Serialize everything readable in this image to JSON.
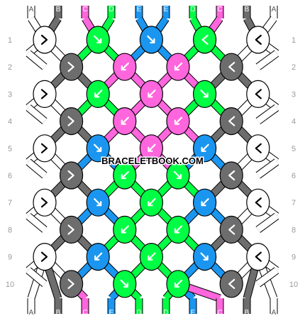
{
  "watermark": "BRACELETBOOK.COM",
  "colors": {
    "white": "#ffffff",
    "gray": "#6d6d6d",
    "pink": "#ff66dd",
    "green": "#00ff44",
    "blue": "#1a96f0",
    "outline": "#000000",
    "label": "#9a9a9a"
  },
  "top_strings": [
    {
      "label": "A",
      "color": "white"
    },
    {
      "label": "B",
      "color": "gray"
    },
    {
      "label": "C",
      "color": "pink"
    },
    {
      "label": "D",
      "color": "green"
    },
    {
      "label": "E",
      "color": "blue"
    },
    {
      "label": "E",
      "color": "blue"
    },
    {
      "label": "D",
      "color": "green"
    },
    {
      "label": "C",
      "color": "pink"
    },
    {
      "label": "B",
      "color": "gray"
    },
    {
      "label": "A",
      "color": "white"
    }
  ],
  "bottom_strings": [
    {
      "label": "A",
      "color": "white"
    },
    {
      "label": "B",
      "color": "gray"
    },
    {
      "label": "C",
      "color": "pink"
    },
    {
      "label": "E",
      "color": "blue"
    },
    {
      "label": "D",
      "color": "green"
    },
    {
      "label": "D",
      "color": "green"
    },
    {
      "label": "E",
      "color": "blue"
    },
    {
      "label": "C",
      "color": "pink"
    },
    {
      "label": "B",
      "color": "gray"
    },
    {
      "label": "A",
      "color": "white"
    }
  ],
  "row_numbers": [
    "1",
    "2",
    "3",
    "4",
    "5",
    "6",
    "7",
    "8",
    "9",
    "10"
  ],
  "knot_rows": [
    [
      {
        "c": "white",
        "d": "fb"
      },
      {
        "c": "green",
        "d": "b"
      },
      {
        "c": "blue",
        "d": "b"
      },
      {
        "c": "green",
        "d": "bf"
      },
      {
        "c": "white",
        "d": "bf"
      }
    ],
    [
      {
        "c": "gray",
        "d": "fb"
      },
      {
        "c": "pink",
        "d": "f"
      },
      {
        "c": "pink",
        "d": "f"
      },
      {
        "c": "gray",
        "d": "bf"
      }
    ],
    [
      {
        "c": "white",
        "d": "fb"
      },
      {
        "c": "green",
        "d": "f"
      },
      {
        "c": "pink",
        "d": "f"
      },
      {
        "c": "green",
        "d": "b"
      },
      {
        "c": "white",
        "d": "bf"
      }
    ],
    [
      {
        "c": "gray",
        "d": "fb"
      },
      {
        "c": "pink",
        "d": "f"
      },
      {
        "c": "pink",
        "d": "f"
      },
      {
        "c": "gray",
        "d": "bf"
      }
    ],
    [
      {
        "c": "white",
        "d": "fb"
      },
      {
        "c": "blue",
        "d": "b"
      },
      {
        "c": "pink",
        "d": "f"
      },
      {
        "c": "blue",
        "d": "f"
      },
      {
        "c": "white",
        "d": "bf"
      }
    ],
    [
      {
        "c": "gray",
        "d": "fb"
      },
      {
        "c": "green",
        "d": "f"
      },
      {
        "c": "green",
        "d": "b"
      },
      {
        "c": "gray",
        "d": "bf"
      }
    ],
    [
      {
        "c": "white",
        "d": "fb"
      },
      {
        "c": "blue",
        "d": "b"
      },
      {
        "c": "green",
        "d": "f"
      },
      {
        "c": "blue",
        "d": "f"
      },
      {
        "c": "white",
        "d": "bf"
      }
    ],
    [
      {
        "c": "gray",
        "d": "fb"
      },
      {
        "c": "green",
        "d": "f"
      },
      {
        "c": "green",
        "d": "f"
      },
      {
        "c": "gray",
        "d": "bf"
      }
    ],
    [
      {
        "c": "white",
        "d": "fb"
      },
      {
        "c": "blue",
        "d": "f"
      },
      {
        "c": "green",
        "d": "f"
      },
      {
        "c": "blue",
        "d": "b"
      },
      {
        "c": "white",
        "d": "bf"
      }
    ],
    [
      {
        "c": "gray",
        "d": "fb"
      },
      {
        "c": "green",
        "d": "b"
      },
      {
        "c": "green",
        "d": "f"
      },
      {
        "c": "gray",
        "d": "bf"
      }
    ]
  ]
}
